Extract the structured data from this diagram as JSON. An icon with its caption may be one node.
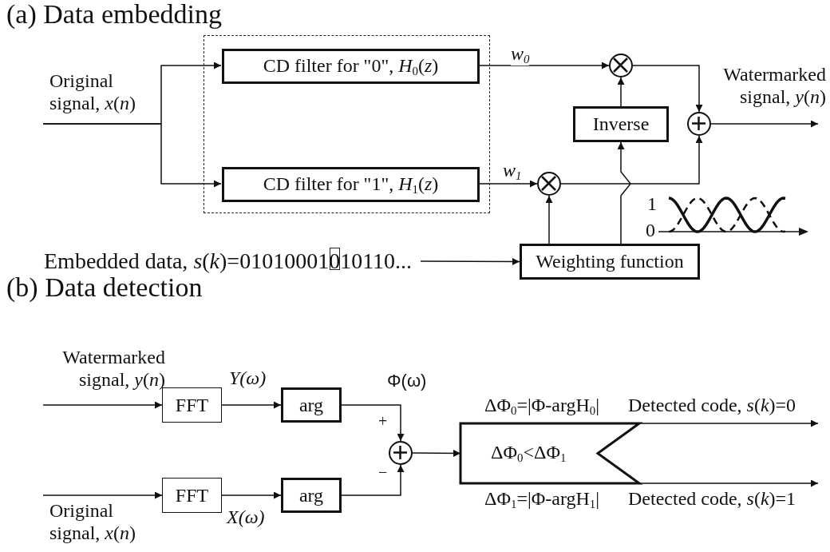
{
  "diagram": {
    "nodes": [
      {
        "text": [],
        "shape": "box"
      },
      {
        "text": [
          "CD filter for \"0\", *H*$_{0}$(*z*)"
        ],
        "in": 0
      },
      {
        "text": [
          "CD filter for \"1\", *H*$_{1}$(*z*)"
        ],
        "in": 0
      },
      {
        "text": [],
        "shape": "circle"
      },
      {
        "text": [
          "Inverse"
        ]
      },
      {
        "text": [],
        "shape": "circle"
      },
      {
        "text": [],
        "shape": "circle"
      },
      {
        "text": [
          "Embedded data, *s*(*k*)=01010001010110..."
        ]
      },
      {
        "text": [
          "Weighting function"
        ]
      },
      {
        "text": [
          "FFT"
        ]
      },
      {
        "text": [
          "arg"
        ]
      },
      {
        "text": [
          "FFT"
        ]
      },
      {
        "text": [
          "arg"
        ]
      },
      {
        "text": [],
        "shape": "circle"
      },
      {
        "text": [
          "ΔΦ$_{0}$<ΔΦ$_{1}$"
        ],
        "beside": [
          "ΔΦ$_{0}$=|Φ-argH$_{0}$|",
          "ΔΦ$_{1}$=|Φ-argH$_{1}$|"
        ]
      }
    ],
    "edges": [
      {
        "from": null,
        "to": 1,
        "arrow": "to"
      },
      {
        "from": null,
        "to": 2,
        "arrow": "to"
      },
      {
        "from": 1,
        "to": 3,
        "arrow": "to",
        "label": "w$_{0}$"
      },
      {
        "from": 2,
        "to": 5,
        "arrow": "to",
        "label": "w$_{1}$"
      },
      {
        "from": 8,
        "to": 5,
        "arrow": "to"
      },
      {
        "from": 8,
        "to": 4,
        "arrow": "to"
      },
      {
        "from": 4,
        "to": 3,
        "arrow": "to"
      },
      {
        "from": 3,
        "to": 6,
        "arrow": "to"
      },
      {
        "from": 5,
        "to": 6,
        "arrow": "to"
      },
      {
        "from": 6,
        "to": null,
        "arrow": "to"
      },
      {
        "from": 7,
        "to": 8,
        "arrow": "to"
      },
      {
        "from": null,
        "to": 9,
        "arrow": "to"
      },
      {
        "from": 9,
        "to": 10,
        "arrow": "to",
        "label": "*Y*(ω)"
      },
      {
        "from": null,
        "to": 11,
        "arrow": "to"
      },
      {
        "from": 11,
        "to": 12,
        "arrow": "to",
        "label": "*X*(ω)"
      },
      {
        "from": 10,
        "to": 13,
        "arrow": "to"
      },
      {
        "from": 12,
        "to": 13,
        "arrow": "to"
      },
      {
        "from": 13,
        "to": 14,
        "arrow": "to"
      },
      {
        "from": 14,
        "to": null,
        "arrow": "to",
        "label": "Detected code, *s*(*k*)=0"
      },
      {
        "from": 14,
        "to": null,
        "arrow": "to",
        "label": "Detected code, *s*(*k*)=1"
      }
    ],
    "labels": [
      "(a) Data embedding",
      "Original signal, *x*(*n*)",
      "Watermarked signal, *y*(*n*)",
      "1",
      "0",
      "(b) Data detection",
      "Watermarked signal, *y*(*n*)",
      "Φ(ω)",
      "+",
      "−",
      "Original signal, *x*(*n*)"
    ]
  }
}
